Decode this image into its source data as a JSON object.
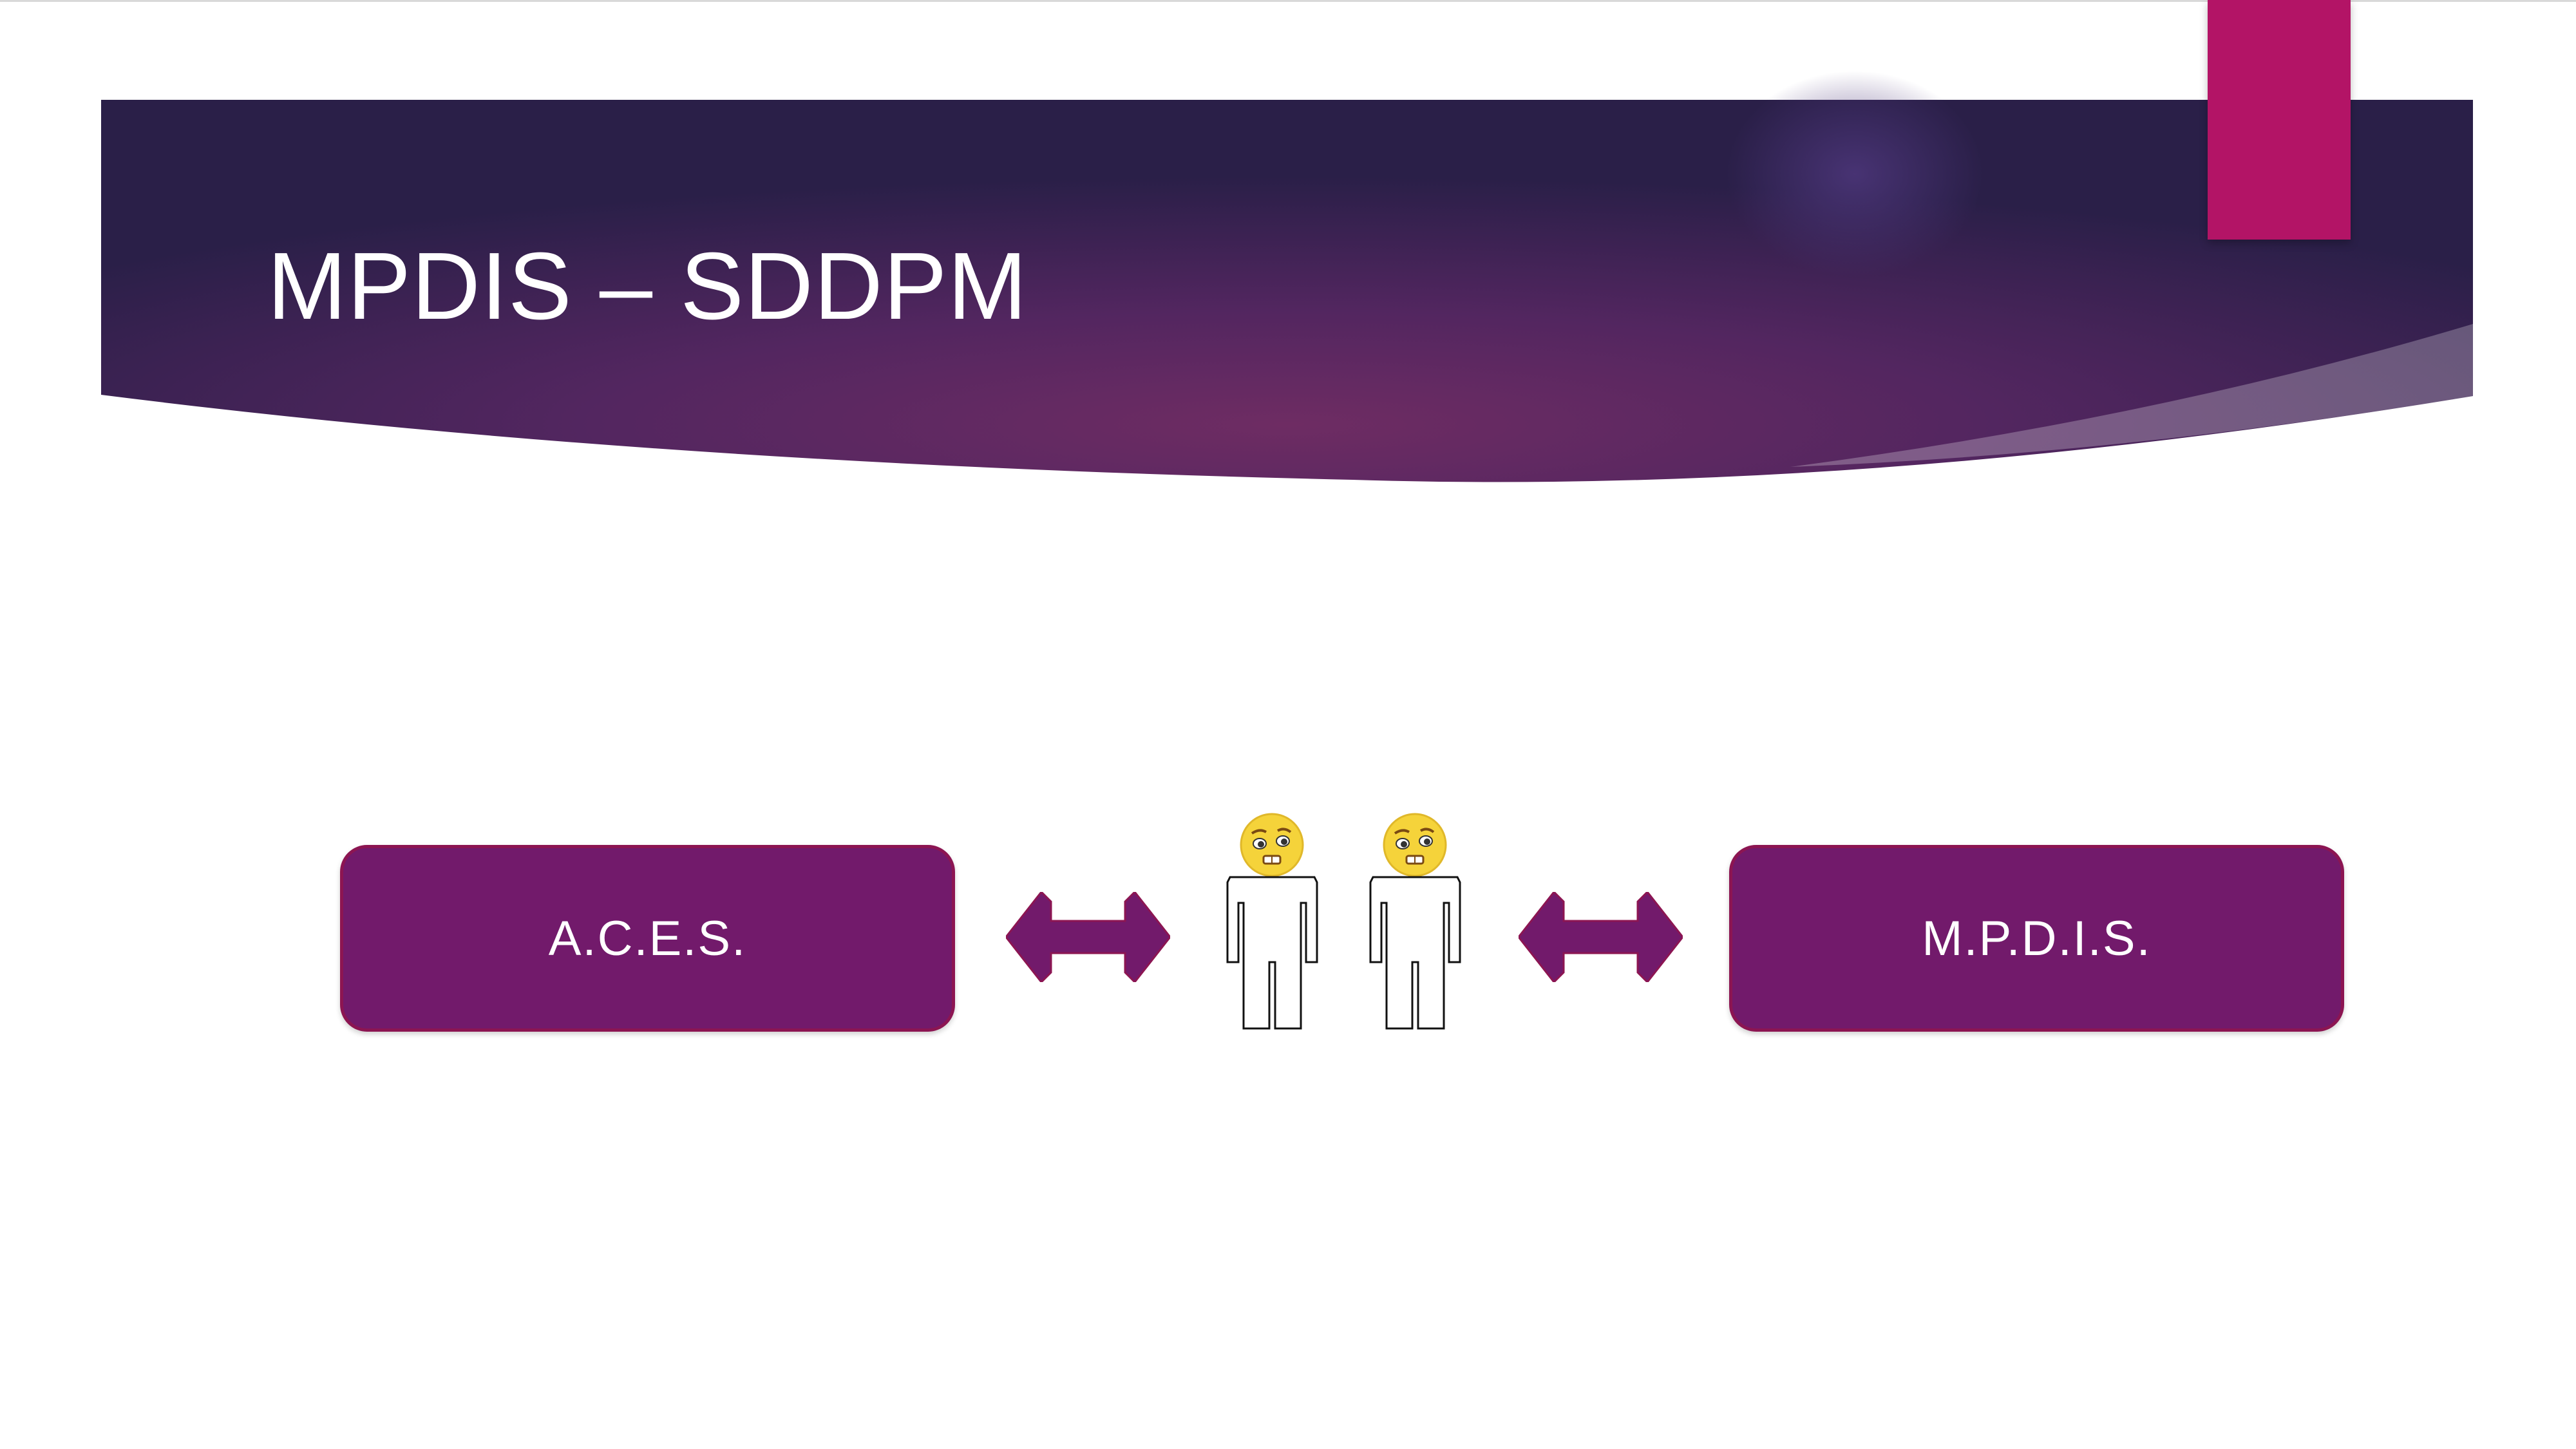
{
  "slide": {
    "title": "MPDIS – SDDPM"
  },
  "diagram": {
    "left_box": {
      "label": "A.C.E.S."
    },
    "right_box": {
      "label": "M.P.D.I.S."
    },
    "arrows": [
      "double-headed-arrow",
      "double-headed-arrow"
    ],
    "people": [
      "confused-person-icon",
      "confused-person-icon"
    ]
  },
  "colors": {
    "banner_dark": "#2b2048",
    "banner_mid": "#6a2a63",
    "box_fill": "#721a6b",
    "box_border": "#8c1552",
    "accent_tab": "#b31466",
    "emoji_face": "#f5d33a"
  }
}
